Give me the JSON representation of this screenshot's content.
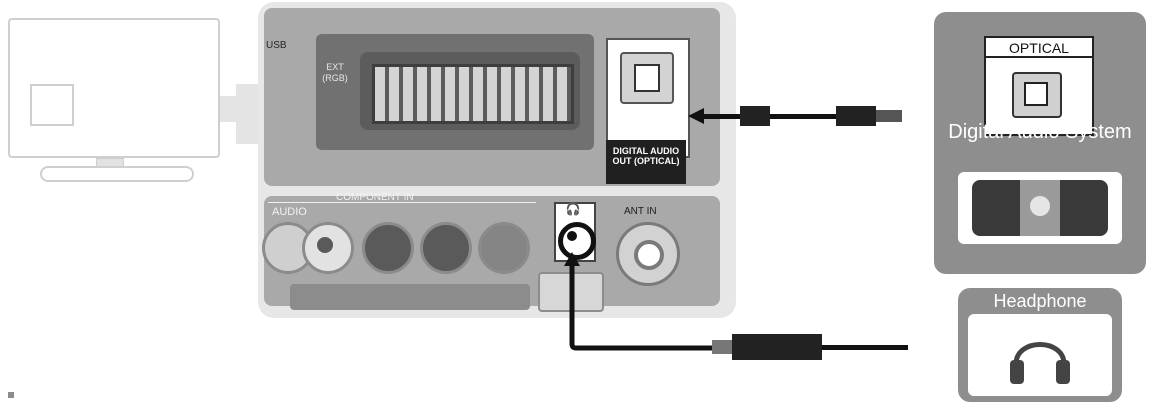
{
  "panel": {
    "usb_label": "USB",
    "ext_label": "EXT\n(RGB)",
    "optical_label": "DIGITAL AUDIO OUT (OPTICAL)",
    "component_label": "COMPONENT IN",
    "audio_label": "AUDIO",
    "headphone_symbol": "🎧",
    "ant_label": "ANT IN"
  },
  "devices": {
    "optical_header": "OPTICAL",
    "optical_device_name": "Digital Audio System",
    "headphone_title": "Headphone"
  },
  "icons": {
    "tv": "tv-icon",
    "headphone": "headphone-icon",
    "speaker": "speaker-icon",
    "optical": "optical-port-icon"
  },
  "colors": {
    "panel": "#a9a9a9",
    "device_panel": "#8e8e8e",
    "cable": "#111111"
  }
}
